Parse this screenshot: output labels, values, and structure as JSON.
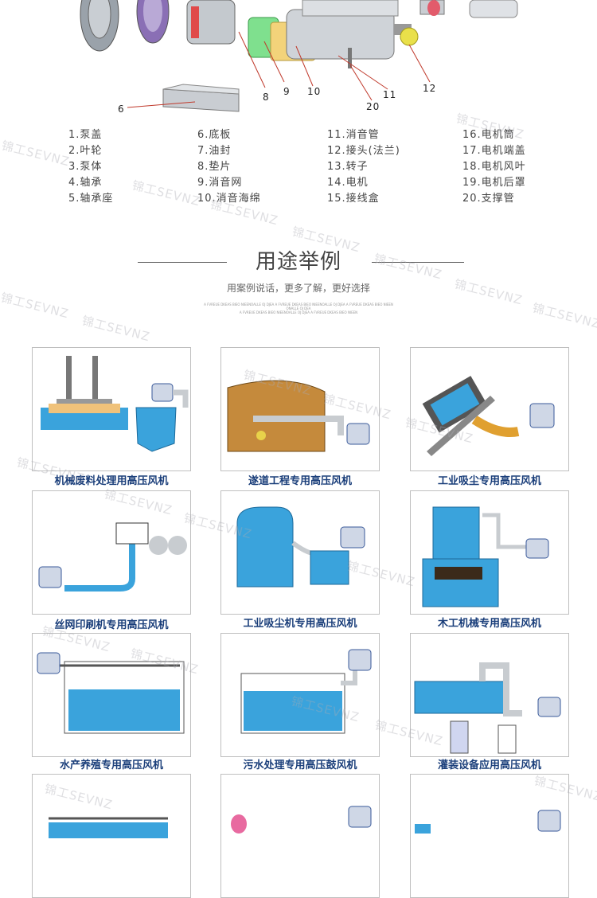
{
  "callouts": [
    "8",
    "9",
    "10",
    "12",
    "11",
    "20",
    "6"
  ],
  "parts": [
    [
      "1.泵盖",
      "2.叶轮",
      "3.泵体",
      "4.轴承",
      "5.轴承座"
    ],
    [
      "6.底板",
      "7.油封",
      "8.垫片",
      "9.消音网",
      "10.消音海绵"
    ],
    [
      "11.消音管",
      "12.接头(法兰)",
      "13.转子",
      "14.电机",
      "15.接线盒"
    ],
    [
      "16.电机筒",
      "17.电机端盖",
      "18.电机风叶",
      "19.电机后罩",
      "20.支撑管"
    ]
  ],
  "section": {
    "title": "用途举例",
    "subtitle": "用案例说话，更多了解，更好选择",
    "fineprint": [
      "A FVREUE DKEAS BIEO NIEENOALLE  OJ  DJEA A FVREUE DKEAS BIEO NIEENOALLE  OJ  DJEA  A FVREUE DKEAS BIEO NIEEN",
      "ONALLE  OJ  DEA",
      "A FVREUE DKEAS BIEO NIEENOALLE  OJ  DJEA A FVREUE DKEAS BIEO NIEEN"
    ]
  },
  "applications": [
    "机械废料处理用高压风机",
    "遂道工程专用高压风机",
    "工业吸尘专用高压风机",
    "丝网印刷机专用高压风机",
    "工业吸尘机专用高压风机",
    "木工机械专用高压风机",
    "水产养殖专用高压风机",
    "污水处理专用高压鼓风机",
    "灌装设备应用高压风机"
  ],
  "watermark": "锦工SEVNZ",
  "colors": {
    "caption": "#1a3e7a",
    "water": "#3aa3dc",
    "pipe": "#c8ccd0"
  }
}
